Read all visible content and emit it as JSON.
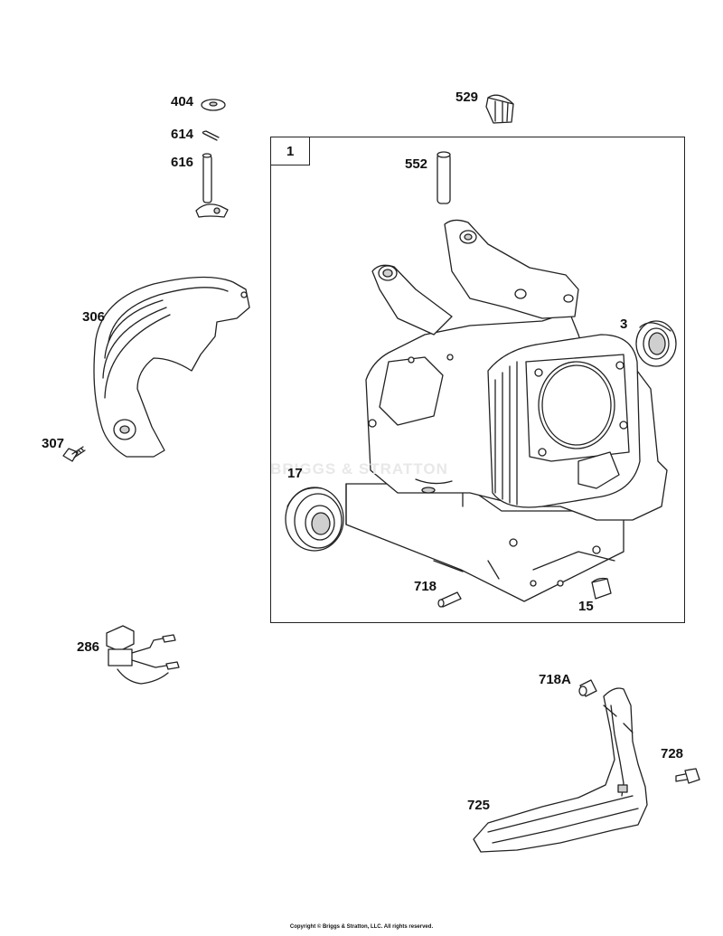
{
  "assembly": {
    "number": "1"
  },
  "watermark": "BRIGGS & STRATTON",
  "copyright": "Copyright © Briggs & Stratton, LLC. All rights reserved.",
  "callouts": {
    "p404": "404",
    "p614": "614",
    "p616": "616",
    "p529": "529",
    "p552": "552",
    "p306": "306",
    "p3": "3",
    "p307": "307",
    "p17": "17",
    "p718": "718",
    "p15": "15",
    "p286": "286",
    "p718a": "718A",
    "p728": "728",
    "p725": "725"
  },
  "colors": {
    "line": "#222222",
    "fill": "#ffffff",
    "shade": "#cfcfcf"
  }
}
